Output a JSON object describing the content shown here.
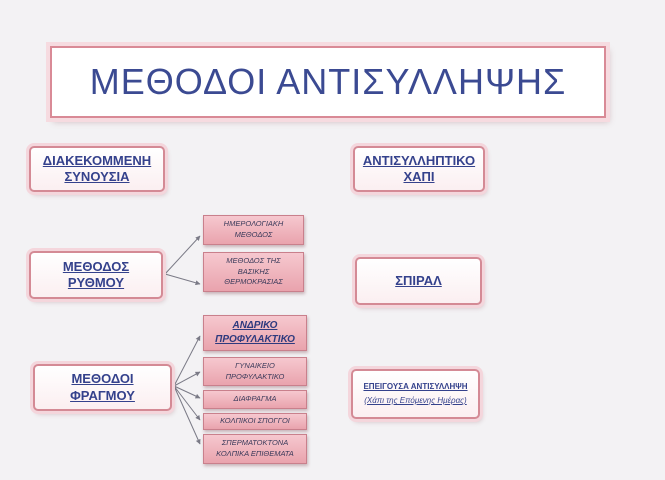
{
  "title": "ΜΕΘΟΔΟΙ ΑΝΤΙΣΥΛΛΗΨΗΣ",
  "interrupted": {
    "line1": "ΔΙΑΚΕΚΟΜΜΕΝΗ",
    "line2": "ΣΥΝΟΥΣΙΑ"
  },
  "pill": {
    "line1": "ΑΝΤΙΣΥΛΛΗΠΤΙΚΟ",
    "line2": "ΧΑΠΙ"
  },
  "rhythm": {
    "line1": "ΜΕΘΟΔΟΣ",
    "line2": "ΡΥΘΜΟΥ",
    "children": [
      {
        "line1": "ΗΜΕΡΟΛΟΓΙΑΚΗ",
        "line2": "ΜΕΘΟΔΟΣ"
      },
      {
        "line1": "ΜΕΘΟΔΟΣ ΤΗΣ",
        "line2": "ΒΑΣΙΚΗΣ",
        "line3": "ΘΕΡΜΟΚΡΑΣΙΑΣ"
      }
    ]
  },
  "spiral": "ΣΠΙΡΑΛ",
  "barrier": {
    "line1": "ΜΕΘΟΔΟΙ",
    "line2": "ΦΡΑΓΜΟΥ",
    "children": [
      {
        "line1": "ΑΝΔΡΙΚΟ",
        "line2": "ΠΡΟΦΥΛΑΚΤΙΚΟ"
      },
      {
        "line1": "ΓΥΝΑΙΚΕΙΟ",
        "line2": "ΠΡΟΦΥΛΑΚΤΙΚΟ"
      },
      {
        "line1": "ΔΙΑΦΡΑΓΜΑ"
      },
      {
        "line1": "ΚΟΛΠΙΚΟΙ ΣΠΟΓΓΟΙ"
      },
      {
        "line1": "ΣΠΕΡΜΑΤΟΚΤΟΝΑ",
        "line2": "ΚΟΛΠΙΚΑ ΕΠΙΘΕΜΑΤΑ"
      }
    ]
  },
  "emergency": {
    "line1": "ΕΠΕΙΓΟΥΣΑ ΑΝΤΙΣΥΛΛΗΨΗ",
    "line2": "(Χάπι της Επόμενης Ημέρας)"
  },
  "colors": {
    "text": "#2e3a7e",
    "border": "#d48a95",
    "sub_fill": "#eeb3bc"
  }
}
